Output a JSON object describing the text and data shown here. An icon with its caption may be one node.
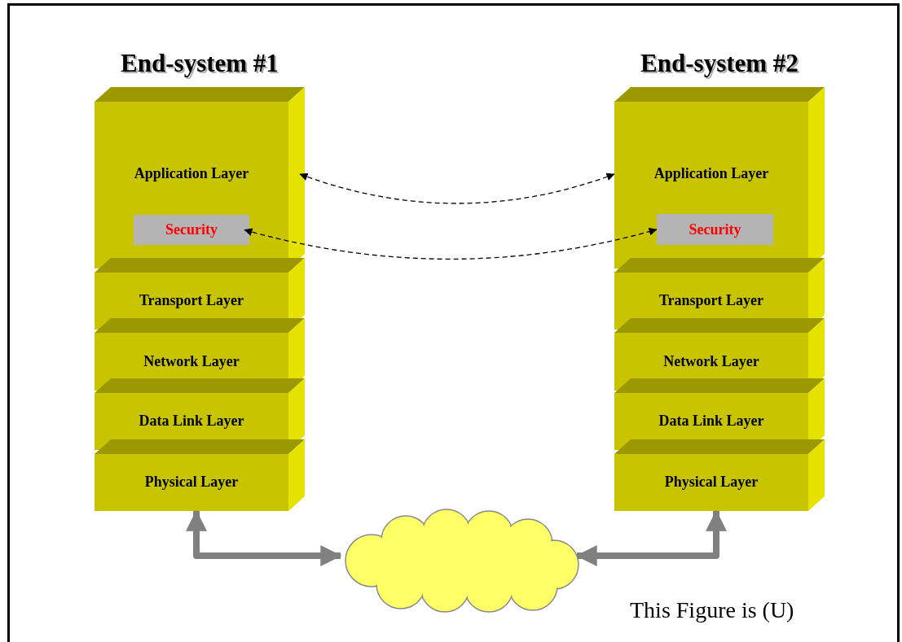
{
  "diagram": {
    "nodes": [
      {
        "text": [
          "End-system #1"
        ]
      },
      {
        "text": [
          "Application Layer"
        ],
        "in": 0
      },
      {
        "text": [
          "Security"
        ],
        "in": 1
      },
      {
        "text": [
          "Transport Layer"
        ],
        "in": 0
      },
      {
        "text": [
          "Network Layer"
        ],
        "in": 0
      },
      {
        "text": [
          "Data Link Layer"
        ],
        "in": 0
      },
      {
        "text": [
          "Physical Layer"
        ],
        "in": 0
      },
      {
        "text": [
          "End-system #2"
        ]
      },
      {
        "text": [
          "Application Layer"
        ],
        "in": 7
      },
      {
        "text": [
          "Security"
        ],
        "in": 8
      },
      {
        "text": [
          "Transport Layer"
        ],
        "in": 7
      },
      {
        "text": [
          "Network Layer"
        ],
        "in": 7
      },
      {
        "text": [
          "Data Link Layer"
        ],
        "in": 7
      },
      {
        "text": [
          "Physical Layer"
        ],
        "in": 7
      },
      {
        "text": [],
        "shape": "cloud"
      }
    ],
    "edges": [
      {
        "from": 1,
        "to": 8,
        "arrow": "both",
        "style": "dashed"
      },
      {
        "from": 2,
        "to": 9,
        "arrow": "both",
        "style": "dashed"
      },
      {
        "from": 6,
        "to": 14,
        "arrow": "both",
        "style": "thick",
        "color": "#808080"
      },
      {
        "from": 13,
        "to": 14,
        "arrow": "both",
        "style": "thick",
        "color": "#808080"
      }
    ],
    "labels": [
      "This Figure is (U)"
    ]
  }
}
